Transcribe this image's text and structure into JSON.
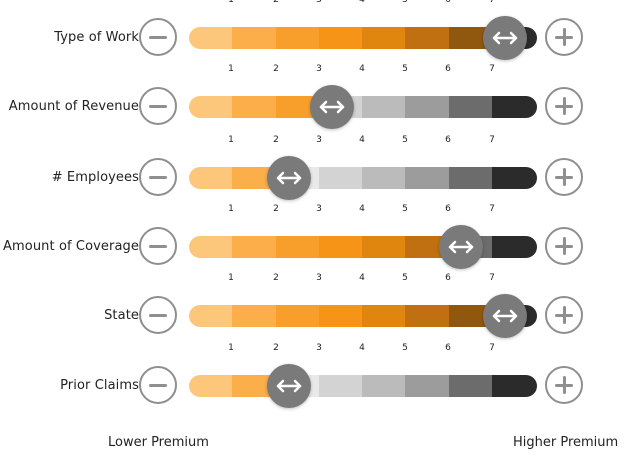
{
  "scale": {
    "ticks": [
      "1",
      "2",
      "3",
      "4",
      "5",
      "6",
      "7"
    ],
    "active_colors": [
      "#fdc77b",
      "#fbae4a",
      "#f89f2b",
      "#f59417",
      "#e0860f",
      "#c07011",
      "#90570f",
      "#2b2b2b"
    ],
    "inactive_colors": [
      "#fdc77b",
      "#fbae4a",
      "#e9e9e9",
      "#d3d3d3",
      "#bbbbbb",
      "#9c9c9c",
      "#6c6c6c",
      "#2b2b2b"
    ],
    "thumb_color": "#7a7a7a",
    "control_color": "#8f8f8f"
  },
  "factors": [
    {
      "label": "Type of Work",
      "value": 7
    },
    {
      "label": "Amount of Revenue",
      "value": 3
    },
    {
      "label": "# Employees",
      "value": 2
    },
    {
      "label": "Amount of Coverage",
      "value": 6
    },
    {
      "label": "State",
      "value": 7
    },
    {
      "label": "Prior Claims",
      "value": 2
    }
  ],
  "footer": {
    "lower_label": "Lower Premium",
    "higher_label": "Higher Premium"
  }
}
